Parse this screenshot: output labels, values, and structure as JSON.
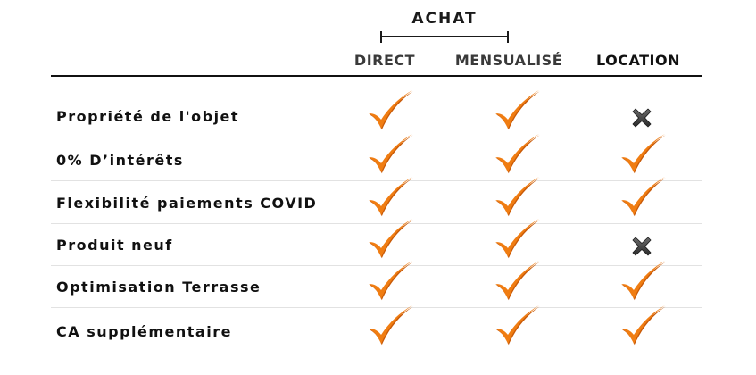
{
  "header": {
    "group_title": "ACHAT",
    "columns": [
      "DIRECT",
      "MENSUALISÉ",
      "LOCATION"
    ]
  },
  "rows": [
    {
      "label": "Propriété de l'objet",
      "values": [
        "check",
        "check",
        "cross"
      ]
    },
    {
      "label": "0% D’intérêts",
      "values": [
        "check",
        "check",
        "check"
      ]
    },
    {
      "label": "Flexibilité paiements COVID",
      "values": [
        "check",
        "check",
        "check"
      ]
    },
    {
      "label": "Produit neuf",
      "values": [
        "check",
        "check",
        "cross"
      ]
    },
    {
      "label": "Optimisation Terrasse",
      "values": [
        "check",
        "check",
        "check"
      ]
    },
    {
      "label": "CA supplémentaire",
      "values": [
        "check",
        "check",
        "check"
      ]
    }
  ],
  "icons": {
    "check": "checkmark-icon",
    "cross": "cross-icon"
  },
  "colors": {
    "check_main": "#f07d12",
    "check_shade": "#c85a08",
    "cross_main": "#2a2a2a"
  }
}
